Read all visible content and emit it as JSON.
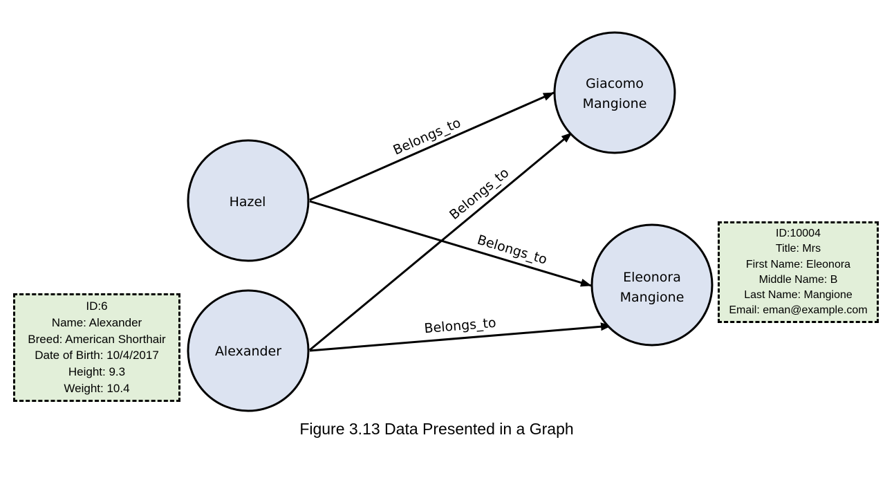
{
  "colors": {
    "node_fill": "#dce3f1",
    "node_stroke": "#000000",
    "info_box_fill": "#e2efd9",
    "info_box_border": "#000000"
  },
  "nodes": {
    "giacomo": {
      "line1": "Giacomo",
      "line2": "Mangione"
    },
    "hazel": {
      "label": "Hazel"
    },
    "eleonora": {
      "line1": "Eleonora",
      "line2": "Mangione"
    },
    "alexander": {
      "label": "Alexander"
    }
  },
  "edges": [
    {
      "from": "Hazel",
      "to": "Giacomo Mangione",
      "label": "Belongs_to"
    },
    {
      "from": "Alexander",
      "to": "Giacomo Mangione",
      "label": "Belongs_to"
    },
    {
      "from": "Hazel",
      "to": "Eleonora Mangione",
      "label": "Belongs_to"
    },
    {
      "from": "Alexander",
      "to": "Eleonora Mangione",
      "label": "Belongs_to"
    }
  ],
  "cat_info": {
    "id": "ID:6",
    "name": "Name: Alexander",
    "breed": "Breed: American Shorthair",
    "dob": "Date of Birth: 10/4/2017",
    "height": "Height: 9.3",
    "weight": "Weight: 10.4"
  },
  "owner_info": {
    "id": "ID:10004",
    "title": "Title:  Mrs",
    "first_name": "First Name: Eleonora",
    "middle_name": "Middle Name: B",
    "last_name": "Last Name:  Mangione",
    "email": "Email:  eman@example.com"
  },
  "caption": "Figure 3.13 Data Presented in a Graph"
}
